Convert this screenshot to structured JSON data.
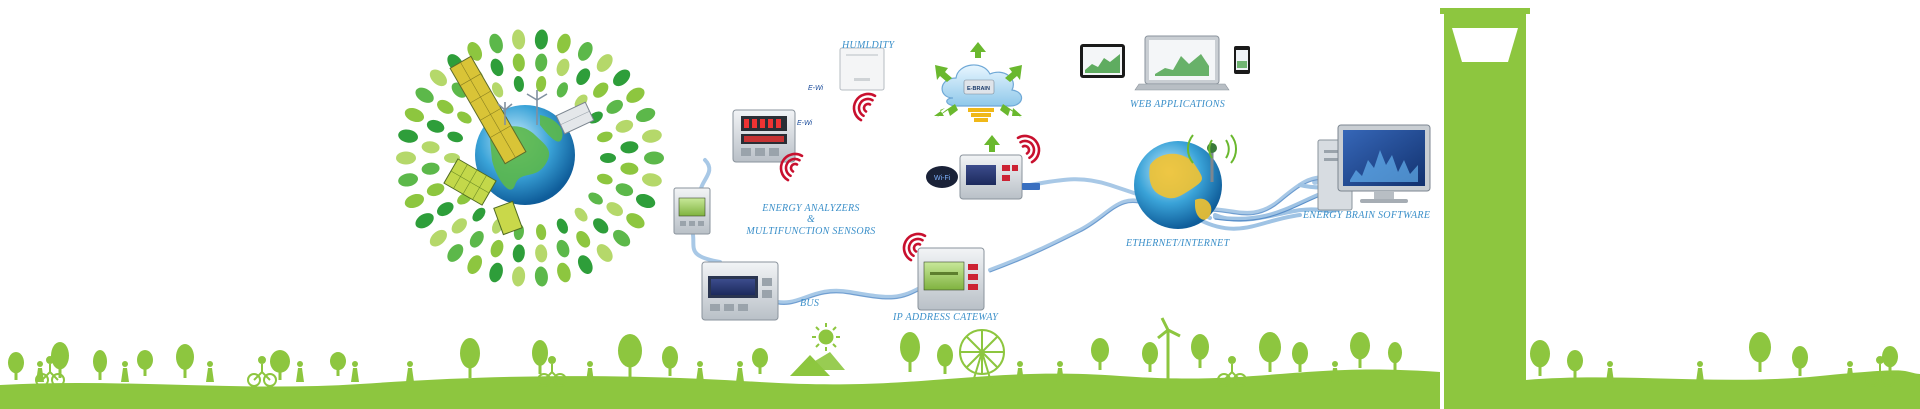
{
  "labels": {
    "humidity": "HUMLDITY",
    "web_applications": "WEB APPLICATIONS",
    "energy_analyzers_1": "ENERGY ANALYZERS",
    "energy_analyzers_2": "&",
    "energy_analyzers_3": "MULTIFUNCTION SENSORS",
    "bus": "BUS",
    "ip_gateway": "IP ADDRESS CATEWAY",
    "ethernet": "ETHERNET/INTERNET",
    "energy_brain": "ENERGY BRAIN SOFTWARE"
  },
  "device_marks": {
    "cloud": "E-BRAIN",
    "ewi_1": "E-Wi",
    "ewi_2": "E-Wi"
  },
  "colors": {
    "leaf_green": "#8dc63f",
    "dark_green": "#2e9e3a",
    "label_blue": "#3a8fc9",
    "cable_blue": "#9fc3e4",
    "wifi_red": "#c8102e"
  }
}
